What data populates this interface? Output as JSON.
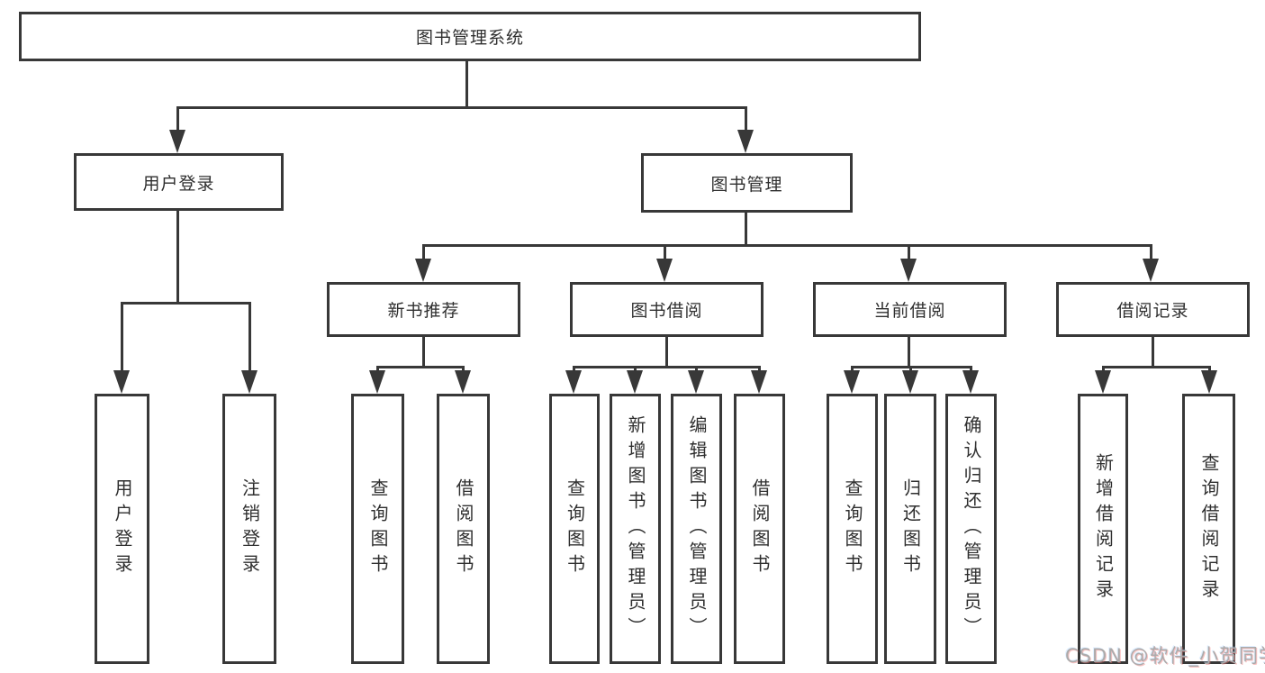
{
  "tree": {
    "label": "图书管理系统",
    "children": [
      {
        "label": "用户登录",
        "children": [
          {
            "label": "用户登录"
          },
          {
            "label": "注销登录"
          }
        ]
      },
      {
        "label": "图书管理",
        "children": [
          {
            "label": "新书推荐",
            "children": [
              {
                "label": "查询图书"
              },
              {
                "label": "借阅图书"
              }
            ]
          },
          {
            "label": "图书借阅",
            "children": [
              {
                "label": "查询图书"
              },
              {
                "label": "新增图书（管理员）"
              },
              {
                "label": "编辑图书（管理员）"
              },
              {
                "label": "借阅图书"
              }
            ]
          },
          {
            "label": "当前借阅",
            "children": [
              {
                "label": "查询图书"
              },
              {
                "label": "归还图书"
              },
              {
                "label": "确认归还（管理员）"
              }
            ]
          },
          {
            "label": "借阅记录",
            "children": [
              {
                "label": "新增借阅记录"
              },
              {
                "label": "查询借阅记录"
              }
            ]
          }
        ]
      }
    ]
  },
  "watermark": {
    "text": "CSDN @软件_小贺同学"
  },
  "colors": {
    "line": "#383838",
    "node_text": "#2f2f2f",
    "watermark_text": "#ababab"
  }
}
